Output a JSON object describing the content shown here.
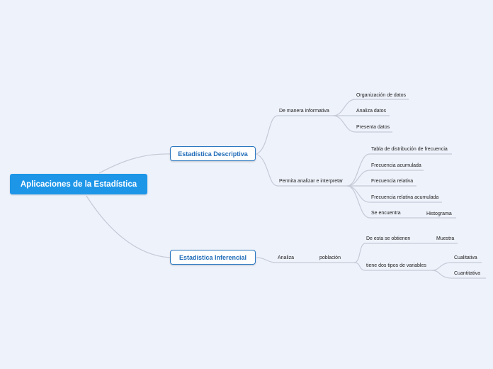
{
  "root": {
    "label": "Aplicaciones de la Estadística"
  },
  "descriptiva": {
    "label": "Estadística Descriptiva",
    "branch1": {
      "label": "De manera informativa",
      "items": [
        "Organización de datos",
        "Analiza datos",
        "Presenta datos"
      ]
    },
    "branch2": {
      "label": "Permita analizar e interpretar",
      "items": [
        "Tabla de distribución de frecuencia",
        "Frecuencia acumulada",
        "Frecuencia relativa",
        "Frecuencia relativa acumulada",
        "Se encuentra"
      ],
      "sub": "Histograma"
    }
  },
  "inferencial": {
    "label": "Estadística Inferencial",
    "analiza": "Analiza",
    "poblacion": "población",
    "obtienen": {
      "label": "De esta se obtienen",
      "sub": "Muestra"
    },
    "tipos": {
      "label": "tiene dos tipos de variables",
      "items": [
        "Cualitativa",
        "Cuantitativa"
      ]
    }
  }
}
